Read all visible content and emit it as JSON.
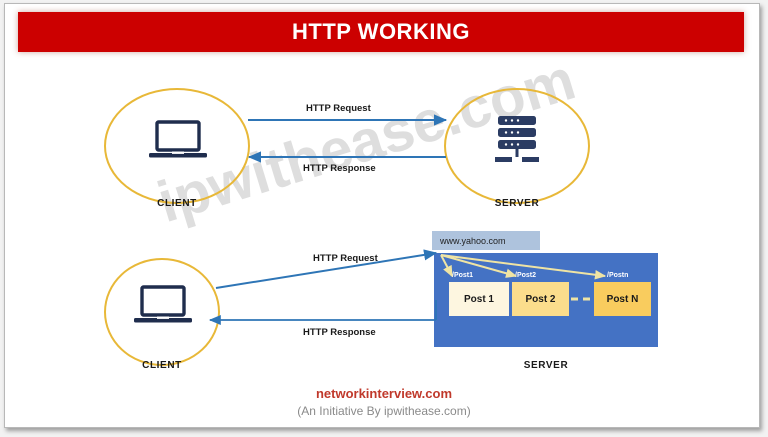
{
  "header": {
    "title": "HTTP WORKING"
  },
  "watermark": {
    "text": "ipwithease.com"
  },
  "colors": {
    "header_red": "#cc0000",
    "ellipse_gold": "#e8b838",
    "arrow_blue": "#2e75b6",
    "server_blue": "#4472c4",
    "url_box_blue": "#aec3dd",
    "connector_yellow": "#f2e6a0",
    "icon_navy": "#1f2d4d",
    "brand_red": "#c0392b",
    "sub_gray": "#8a8a8a"
  },
  "diagram_top": {
    "client": {
      "label": "CLIENT",
      "icon": "laptop-icon"
    },
    "server": {
      "label": "SERVER",
      "icon": "server-rack-icon"
    },
    "arrows": [
      {
        "label": "HTTP Request",
        "direction": "client-to-server"
      },
      {
        "label": "HTTP Response",
        "direction": "server-to-client"
      }
    ]
  },
  "diagram_bottom": {
    "client": {
      "label": "CLIENT",
      "icon": "laptop-icon"
    },
    "server": {
      "label": "SERVER"
    },
    "url": {
      "value": "www.yahoo.com"
    },
    "arrows": [
      {
        "label": "HTTP Request",
        "direction": "client-to-server"
      },
      {
        "label": "HTTP Response",
        "direction": "server-to-client"
      }
    ],
    "posts": [
      {
        "tag": "/Post1",
        "name": "Post 1",
        "fill": "#fdf6e0"
      },
      {
        "tag": "/Post2",
        "name": "Post 2",
        "fill": "#fbdd8c"
      },
      {
        "tag": "/Postn",
        "name": "Post N",
        "fill": "#f9cc5e"
      }
    ],
    "ellipsis_between_posts": "dashed-connector"
  },
  "footer": {
    "brand": "networkinterview.com",
    "subtitle": "(An Initiative By ipwithease.com)"
  }
}
